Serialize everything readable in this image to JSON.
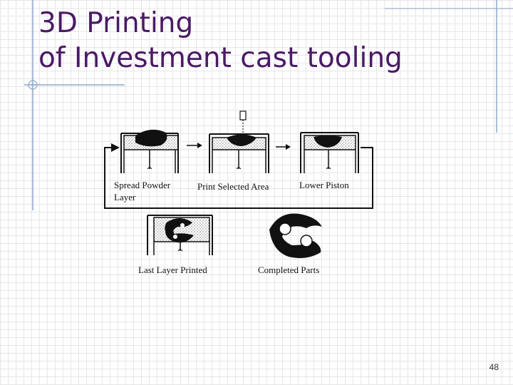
{
  "slide": {
    "title_line1": "3D Printing",
    "title_line2": "of Investment cast tooling",
    "page_number": "48",
    "accent_color": "#4a1a66"
  },
  "diagram": {
    "captions": {
      "spread_powder": "Spread Powder",
      "spread_powder_2": "Layer",
      "print_selected": "Print Selected Area",
      "lower_piston": "Lower Piston",
      "last_layer": "Last Layer Printed",
      "completed_parts": "Completed Parts"
    }
  }
}
